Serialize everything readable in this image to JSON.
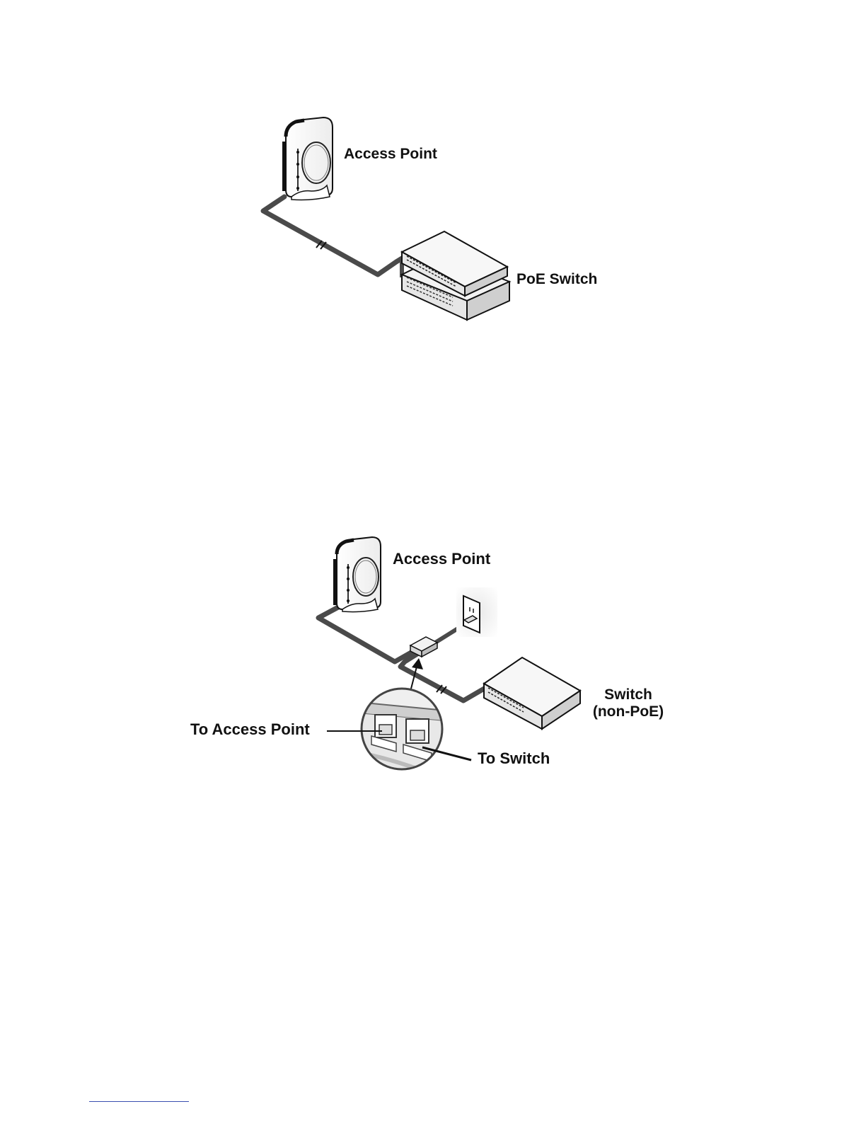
{
  "diagram1": {
    "access_point_label": "Access Point",
    "switch_label": "PoE Switch"
  },
  "diagram2": {
    "access_point_label": "Access Point",
    "switch_label_line1": "Switch",
    "switch_label_line2": "(non-PoE)",
    "to_access_point_label": "To Access Point",
    "to_switch_label": "To Switch"
  },
  "colors": {
    "cable": "#4a4a4a",
    "outline": "#111111",
    "device_top": "#f4f4f4",
    "device_side": "#e2e2e2",
    "footer_rule": "#3a4fb0"
  }
}
